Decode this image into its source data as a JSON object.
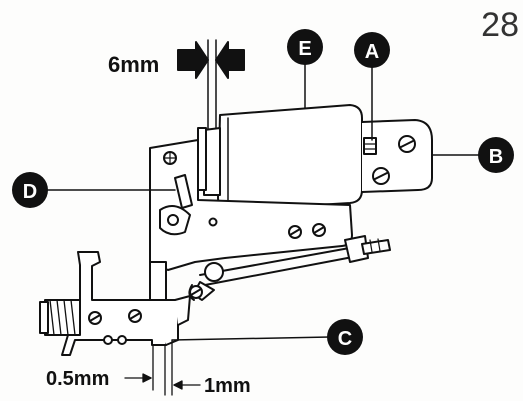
{
  "page_number": "28",
  "callouts": {
    "a": "A",
    "b": "B",
    "c": "C",
    "d": "D",
    "e": "E"
  },
  "dimensions": {
    "gap_top": "6mm",
    "gap_left": "0.5mm",
    "gap_bottom": "1mm"
  }
}
